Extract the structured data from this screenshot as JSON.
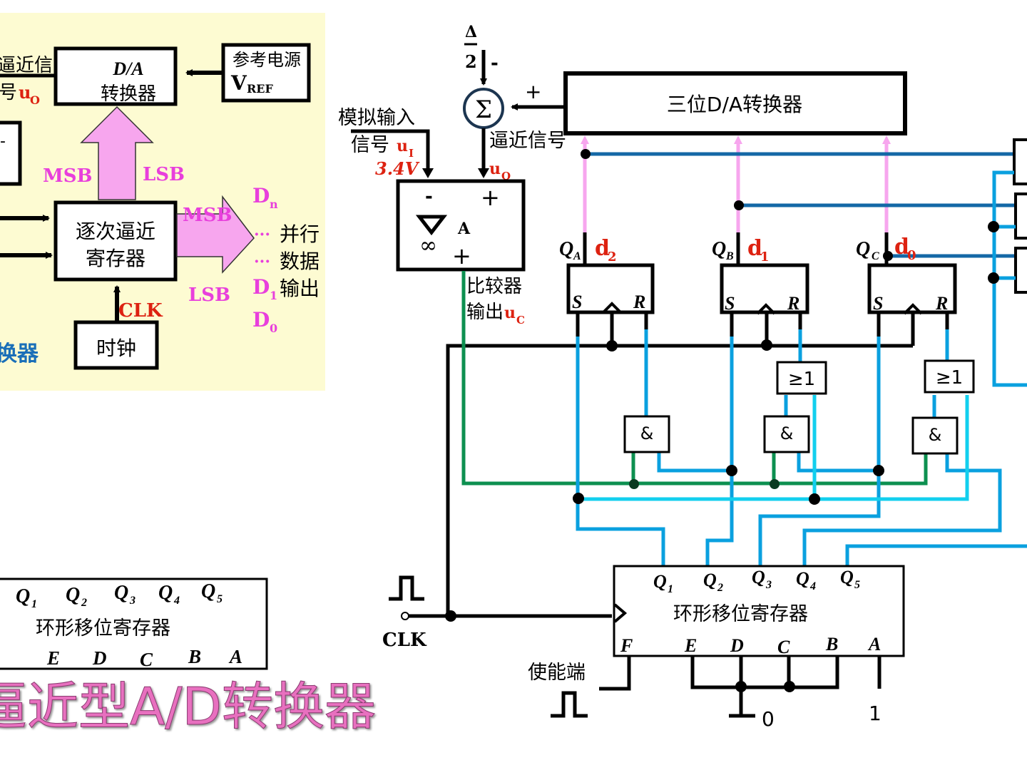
{
  "colors": {
    "panel_bg": "#fdfbd2",
    "black": "#000000",
    "magenta": "#e83fdc",
    "pink_arrow": "#f7a6ee",
    "red": "#dd2211",
    "blue_title": "#1a6fb8",
    "wire_dark_blue": "#1468a6",
    "wire_blue": "#0aa0df",
    "wire_cyan": "#12cfee",
    "wire_green": "#0d9050",
    "title_pink": "#e86fbf"
  },
  "left_panel": {
    "approx_signal_line1": "逼近信",
    "approx_signal_line2": "号",
    "approx_signal_var": "u",
    "approx_signal_sub": "O",
    "da_block_line1": "D/A",
    "da_block_line2": "转换器",
    "vref_block_line1": "参考电源",
    "vref_block_var": "V",
    "vref_block_sub": "REF",
    "comparator_partial": "-",
    "msb_up": "MSB",
    "lsb_up": "LSB",
    "sar_line1": "逐次逼近",
    "sar_line2": "寄存器",
    "msb_right": "MSB",
    "lsb_right": "LSB",
    "clk_label": "CLK",
    "clock_block": "时钟",
    "title_partial": "换器",
    "outputs": {
      "dn": "D",
      "dn_sub": "n",
      "dots1": "···",
      "dots2": "···",
      "d1": "D",
      "d1_sub": "1",
      "d0": "D",
      "d0_sub": "0",
      "text1": "并行",
      "text2": "数据",
      "text3": "输出"
    }
  },
  "left_ring": {
    "q_labels": [
      "Q",
      "Q",
      "Q",
      "Q",
      "Q"
    ],
    "q_subs": [
      "1",
      "2",
      "3",
      "4",
      "5"
    ],
    "title": "环形移位寄存器",
    "inputs": [
      "E",
      "D",
      "C",
      "B",
      "A"
    ]
  },
  "main_title": "逼近型A/D转换器",
  "circuit": {
    "delta_num": "Δ",
    "delta_den": "2",
    "minus_sign": "-",
    "plus_sign": "+",
    "sigma": "Σ",
    "analog_in_line1": "模拟输入",
    "analog_in_line2": "信号",
    "ui_var": "u",
    "ui_sub": "I",
    "ui_value": "3.4V",
    "approx_signal": "逼近信号",
    "uo_var": "u",
    "uo_sub": "O",
    "dac3_label": "三位D/A转换器",
    "comparator": {
      "minus": "-",
      "plus_top": "+",
      "plus_bottom": "+",
      "triangle": "▽",
      "infinity": "∞",
      "label_a": "A"
    },
    "comparator_out_line1": "比较器",
    "comparator_out_line2": "输出",
    "uc_var": "u",
    "uc_sub": "C",
    "flipflops": [
      {
        "q": "Q",
        "q_sub": "A",
        "d": "d",
        "d_sub": "2",
        "s": "S",
        "r": "R"
      },
      {
        "q": "Q",
        "q_sub": "B",
        "d": "d",
        "d_sub": "1",
        "s": "S",
        "r": "R"
      },
      {
        "q": "Q",
        "q_sub": "C",
        "d": "d",
        "d_sub": "0",
        "s": "S",
        "r": "R"
      }
    ],
    "or_gate_label": "≥1",
    "and_gate_label": "&",
    "clk_label": "CLK",
    "enable_label": "使能端",
    "ring": {
      "q_labels": [
        "Q",
        "Q",
        "Q",
        "Q",
        "Q"
      ],
      "q_subs": [
        "1",
        "2",
        "3",
        "4",
        "5"
      ],
      "title": "环形移位寄存器",
      "inputs": [
        "F",
        "E",
        "D",
        "C",
        "B",
        "A"
      ]
    },
    "const_zero": "0",
    "const_one": "1"
  }
}
